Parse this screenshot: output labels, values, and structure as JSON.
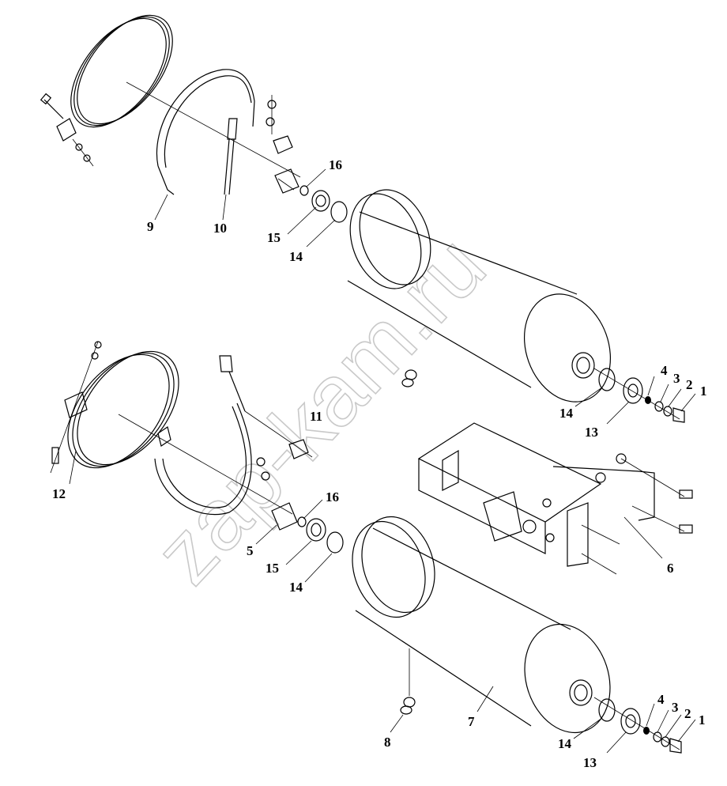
{
  "watermark": "zap-kam.ru",
  "callouts": [
    {
      "id": "c9",
      "label": "9"
    },
    {
      "id": "c10",
      "label": "10"
    },
    {
      "id": "c16a",
      "label": "16"
    },
    {
      "id": "c15a",
      "label": "15"
    },
    {
      "id": "c14a",
      "label": "14"
    },
    {
      "id": "c4a",
      "label": "4"
    },
    {
      "id": "c3a",
      "label": "3"
    },
    {
      "id": "c2a",
      "label": "2"
    },
    {
      "id": "c1a",
      "label": "1"
    },
    {
      "id": "c14b",
      "label": "14"
    },
    {
      "id": "c13a",
      "label": "13"
    },
    {
      "id": "c11",
      "label": "11"
    },
    {
      "id": "c12",
      "label": "12"
    },
    {
      "id": "c16b",
      "label": "16"
    },
    {
      "id": "c5",
      "label": "5"
    },
    {
      "id": "c15b",
      "label": "15"
    },
    {
      "id": "c14c",
      "label": "14"
    },
    {
      "id": "c6",
      "label": "6"
    },
    {
      "id": "c8",
      "label": "8"
    },
    {
      "id": "c7",
      "label": "7"
    },
    {
      "id": "c14d",
      "label": "14"
    },
    {
      "id": "c13b",
      "label": "13"
    },
    {
      "id": "c4b",
      "label": "4"
    },
    {
      "id": "c3b",
      "label": "3"
    },
    {
      "id": "c2b",
      "label": "2"
    },
    {
      "id": "c1b",
      "label": "1"
    }
  ]
}
